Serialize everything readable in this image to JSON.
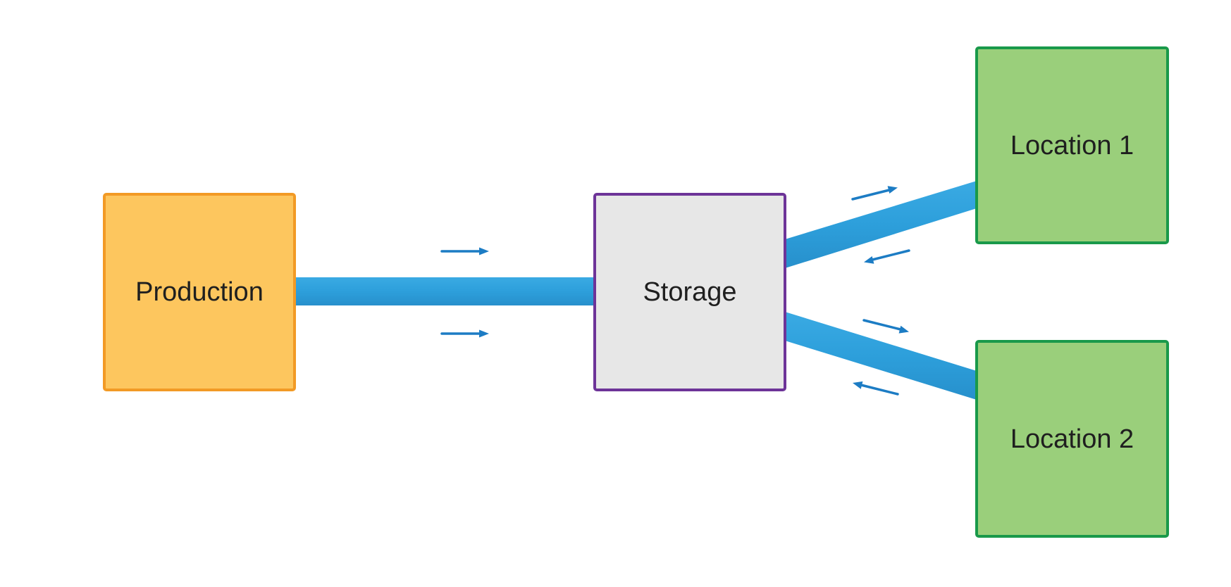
{
  "nodes": {
    "production": {
      "label": "Production",
      "fill": "#fdc65e",
      "stroke": "#f29a25"
    },
    "storage": {
      "label": "Storage",
      "fill": "#e7e7e7",
      "stroke": "#6d3498"
    },
    "location_1": {
      "label": "Location 1",
      "fill": "#9acf7b",
      "stroke": "#19994a"
    },
    "location_2": {
      "label": "Location 2",
      "fill": "#9acf7b",
      "stroke": "#19994a"
    }
  },
  "colors": {
    "pipe": "#2d9fdb",
    "arrow": "#1c7cc4"
  },
  "connections": [
    {
      "from": "production",
      "to": "storage",
      "arrows": [
        "to-storage",
        "to-storage"
      ]
    },
    {
      "from": "storage",
      "to": "location_1",
      "arrows": [
        "to-location_1",
        "to-storage"
      ]
    },
    {
      "from": "storage",
      "to": "location_2",
      "arrows": [
        "to-location_2",
        "to-storage"
      ]
    }
  ]
}
